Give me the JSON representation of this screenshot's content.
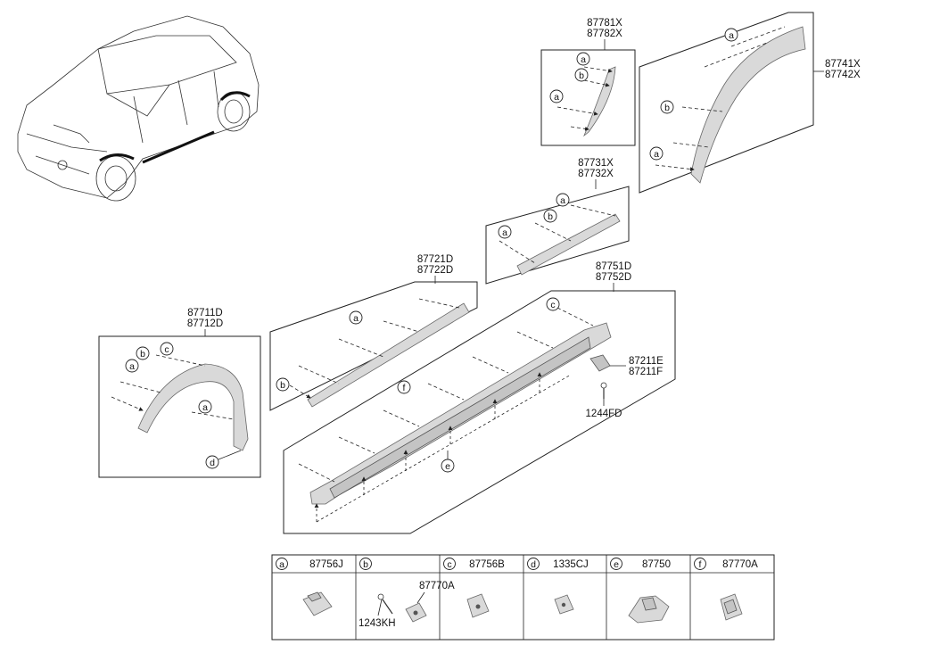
{
  "callouts": {
    "g87781": [
      "87781X",
      "87782X"
    ],
    "g87741": [
      "87741X",
      "87742X"
    ],
    "g87731": [
      "87731X",
      "87732X"
    ],
    "g87721": [
      "87721D",
      "87722D"
    ],
    "g87751": [
      "87751D",
      "87752D"
    ],
    "g87711": [
      "87711D",
      "87712D"
    ],
    "g87211": [
      "87211E",
      "87211F"
    ],
    "p1244": "1244FD"
  },
  "letters": {
    "a": "a",
    "b": "b",
    "c": "c",
    "d": "d",
    "e": "e",
    "f": "f"
  },
  "legend": [
    {
      "letter": "a",
      "part": "87756J"
    },
    {
      "letter": "b",
      "part": "",
      "sub": [
        "87770A",
        "1243KH"
      ]
    },
    {
      "letter": "c",
      "part": "87756B"
    },
    {
      "letter": "d",
      "part": "1335CJ"
    },
    {
      "letter": "e",
      "part": "87750"
    },
    {
      "letter": "f",
      "part": "87770A"
    }
  ]
}
